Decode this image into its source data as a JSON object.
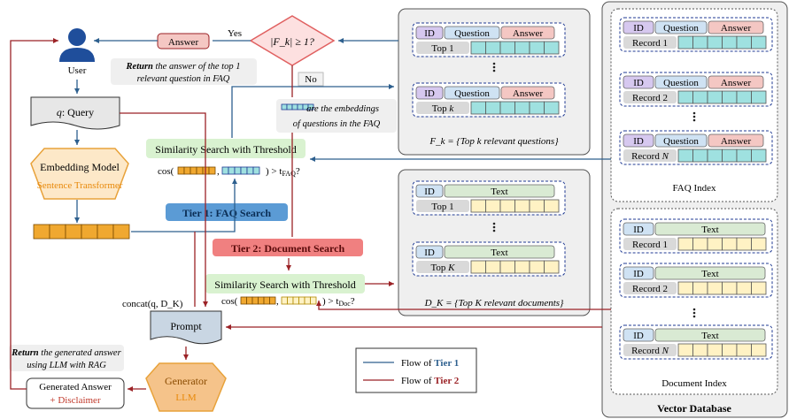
{
  "user": {
    "label": "User"
  },
  "query": {
    "label": "q: Query",
    "var": "q",
    "rest": ": Query"
  },
  "embedding_model": {
    "title": "Embedding Model",
    "subtitle": "Sentence Transformer"
  },
  "decision": {
    "label": "|F_k| ≥ 1?",
    "yes": "Yes",
    "no": "No"
  },
  "answer_tag": {
    "label": "Answer"
  },
  "return_answer": {
    "line1_italic_bold": "Return",
    "line1_rest": "the answer of the top 1",
    "line2": "relevant question in FAQ"
  },
  "embeddings_note": {
    "line1": "are the embeddings",
    "line2": "of questions in the FAQ"
  },
  "sim_search_faq": {
    "title": "Similarity Search with Threshold",
    "formula_prefix": "cos(",
    "formula_suffix": ") > t",
    "sub": "FAQ",
    "q": "?"
  },
  "tier1": {
    "label": "Tier 1: FAQ Search"
  },
  "tier2": {
    "label": "Tier 2: Document Search"
  },
  "sim_search_doc": {
    "title": "Similarity Search with Threshold",
    "formula_prefix": "cos(",
    "formula_suffix": ") > t",
    "sub": "Doc",
    "q": "?"
  },
  "concat": {
    "label": "concat(q, D_K)"
  },
  "prompt": {
    "label": "Prompt"
  },
  "return_generated": {
    "line1_italic_bold": "Return",
    "line1_rest": "the generated answer",
    "line2": "using LLM with RAG"
  },
  "generated_answer": {
    "line1": "Generated Answer",
    "line2": "+ Disclaimer"
  },
  "generator": {
    "title": "Generator",
    "subtitle": "LLM"
  },
  "fk_panel": {
    "caption": "F_k = {Top k relevant questions}",
    "headers": [
      "ID",
      "Question",
      "Answer"
    ],
    "rows": [
      "Top 1",
      "Top k"
    ]
  },
  "dk_panel": {
    "caption": "D_K = {Top K relevant documents}",
    "headers": [
      "ID",
      "Text"
    ],
    "rows": [
      "Top 1",
      "Top K"
    ]
  },
  "faq_index": {
    "title": "FAQ Index",
    "headers": [
      "ID",
      "Question",
      "Answer"
    ],
    "rows": [
      "Record 1",
      "Record 2",
      "Record N"
    ]
  },
  "document_index": {
    "title": "Document Index",
    "headers": [
      "ID",
      "Text"
    ],
    "rows": [
      "Record 1",
      "Record 2",
      "Record N"
    ]
  },
  "vector_database": {
    "label": "Vector Database"
  },
  "legend": {
    "tier1": {
      "prefix": "Flow of",
      "tier": "Tier 1"
    },
    "tier2": {
      "prefix": "Flow of",
      "tier": "Tier 2"
    }
  },
  "colors": {
    "tier1_blue": "#2d5f8e",
    "tier2_red": "#9b2226",
    "faq_search_bg": "#5b9bd5",
    "doc_search_bg": "#f08080",
    "sim_search_bg": "#d9f2d0",
    "embedding_fill": "#fde8c8",
    "embedding_border": "#e8a23a",
    "generator_fill": "#f5c38a",
    "query_fill": "#e7e7e7",
    "prompt_fill": "#c9d6e3",
    "id_fill": "#d6c8ef",
    "question_fill": "#cfe2f3",
    "answer_fill": "#f4c7c3",
    "teal_cell": "#9fe1e0",
    "yellow_cell": "#fff2c4",
    "orange_cell": "#f0a830",
    "text_fill": "#d9ead3"
  }
}
